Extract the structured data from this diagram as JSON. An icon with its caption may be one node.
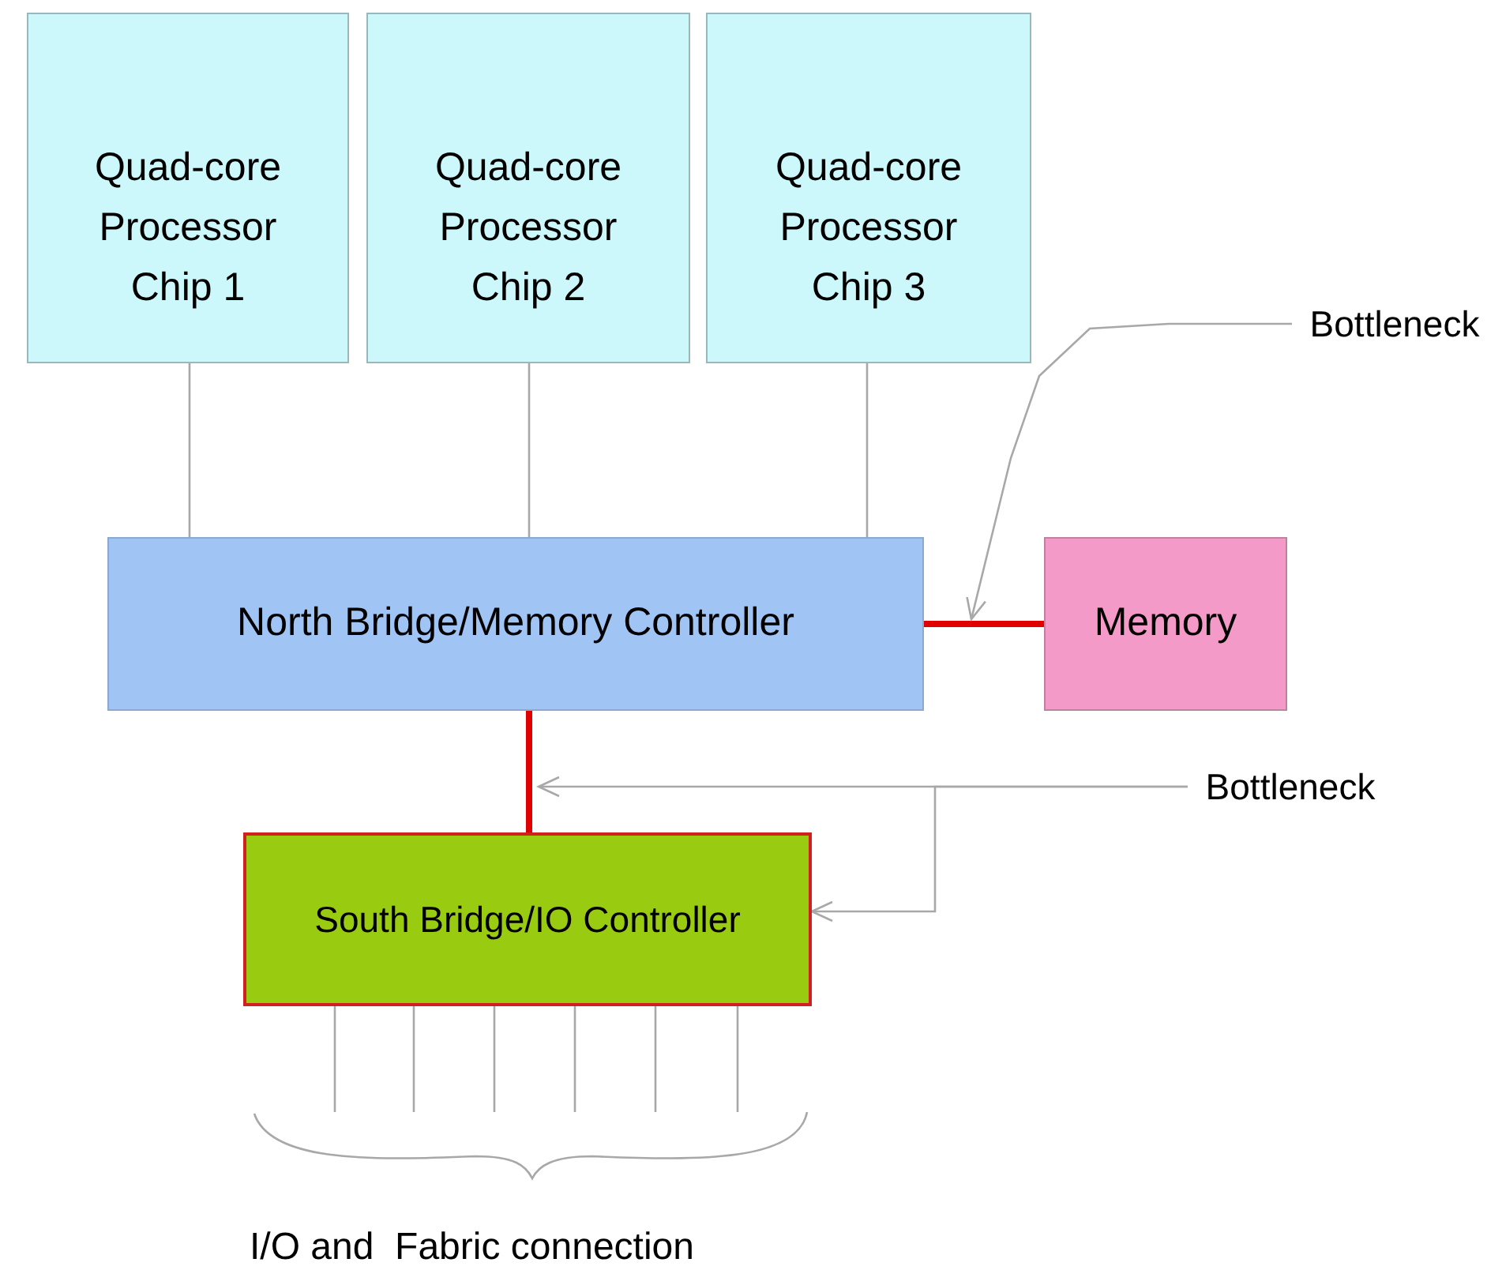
{
  "diagram": {
    "nodes": [
      {
        "text": [
          "Quad-core Processor Chip 1"
        ]
      },
      {
        "text": [
          "Quad-core Processor Chip 2"
        ]
      },
      {
        "text": [
          "Quad-core Processor Chip 3"
        ]
      },
      {
        "text": [
          "North Bridge/Memory Controller"
        ]
      },
      {
        "text": [
          "Memory"
        ]
      },
      {
        "text": [
          "South Bridge/IO Controller"
        ]
      },
      {
        "text": [
          "Bottleneck"
        ]
      },
      {
        "text": [
          "Bottleneck"
        ]
      },
      {
        "text": [],
        "shape": "brace"
      }
    ],
    "edges": [
      {
        "from": 0,
        "to": 3,
        "arrow": "none"
      },
      {
        "from": 1,
        "to": 3,
        "arrow": "none"
      },
      {
        "from": 2,
        "to": 3,
        "arrow": "none"
      },
      {
        "from": 3,
        "to": 4,
        "arrow": "none",
        "style": "thick",
        "color": "#e00000"
      },
      {
        "from": 3,
        "to": 5,
        "arrow": "none",
        "style": "thick",
        "color": "#e00000"
      },
      {
        "from": 6,
        "to": null,
        "arrow": "to"
      },
      {
        "from": 7,
        "to": null,
        "arrow": "to"
      },
      {
        "from": 7,
        "to": 5,
        "arrow": "to"
      },
      {
        "from": 5,
        "to": 8,
        "arrow": "none"
      },
      {
        "from": 5,
        "to": 8,
        "arrow": "none"
      },
      {
        "from": 5,
        "to": 8,
        "arrow": "none"
      },
      {
        "from": 5,
        "to": 8,
        "arrow": "none"
      },
      {
        "from": 5,
        "to": 8,
        "arrow": "none"
      },
      {
        "from": 5,
        "to": 8,
        "arrow": "none"
      }
    ],
    "labels": [
      "I/O and  Fabric connection"
    ]
  }
}
